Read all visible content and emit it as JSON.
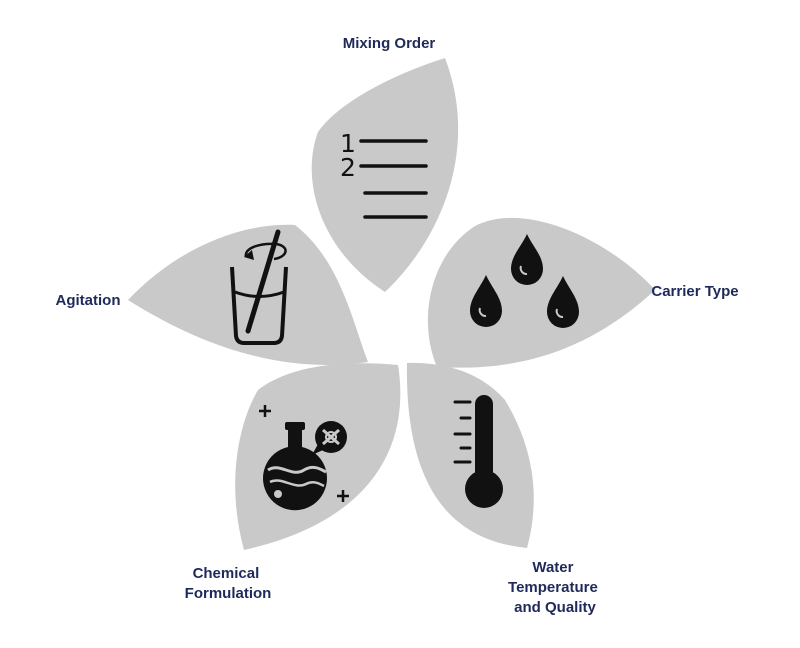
{
  "colors": {
    "petal": "#c9c9c9",
    "label": "#1f2a5a",
    "icon": "#111111"
  },
  "factors": [
    {
      "id": "mixing-order",
      "label_lines": [
        "Mixing Order"
      ],
      "icon": "numbered-list-icon",
      "list_numbers": [
        "1",
        "2"
      ]
    },
    {
      "id": "carrier-type",
      "label_lines": [
        "Carrier Type"
      ],
      "icon": "droplets-icon"
    },
    {
      "id": "water-temperature-quality",
      "label_lines": [
        "Water",
        "Temperature",
        "and Quality"
      ],
      "icon": "thermometer-icon"
    },
    {
      "id": "chemical-formulation",
      "label_lines": [
        "Chemical",
        "Formulation"
      ],
      "icon": "flask-icon"
    },
    {
      "id": "agitation",
      "label_lines": [
        "Agitation"
      ],
      "icon": "stirring-beaker-icon"
    }
  ]
}
